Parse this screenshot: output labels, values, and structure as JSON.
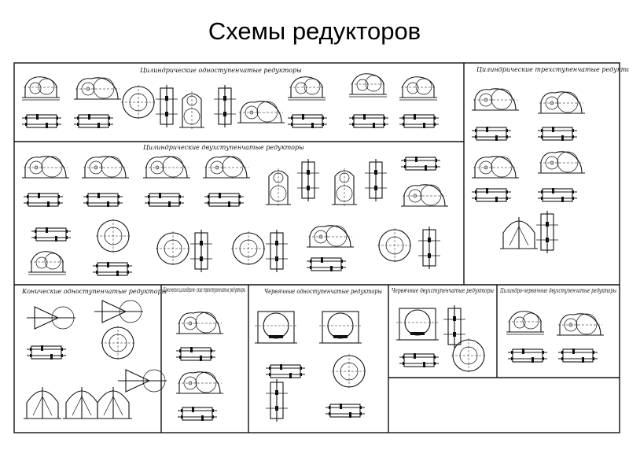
{
  "page": {
    "title": "Схемы редукторов"
  },
  "sections": [
    {
      "id": "cyl-1",
      "title": "Цилиндрические одноступенчатые редукторы"
    },
    {
      "id": "cyl-3",
      "title": "Цилиндрические трехступенчатые редукторы"
    },
    {
      "id": "cyl-2",
      "title": "Цилиндрические двухступенчатые редукторы"
    },
    {
      "id": "bevel-1",
      "title": "Конические одноступенчатые редукторы"
    },
    {
      "id": "bevel-cyl-3",
      "title": "Коническо-цилиндриче- ские трехступенчатые редукторы"
    },
    {
      "id": "worm-1",
      "title": "Червячные одноступенчатые редукторы"
    },
    {
      "id": "worm-2",
      "title": "Червячные двухступенчатые редукторы"
    },
    {
      "id": "cyl-worm",
      "title": "Цилиндро-червячные двухступенчатые редукторы"
    }
  ]
}
